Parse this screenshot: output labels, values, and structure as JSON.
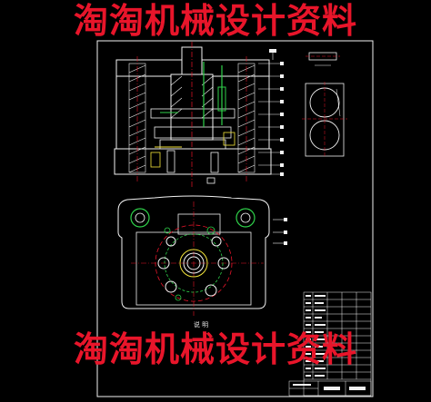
{
  "watermark": {
    "top": "淘淘机械设计资料",
    "bottom": "淘淘机械设计资料"
  },
  "view_caption": "说  明",
  "colors": {
    "background": "#000000",
    "line": "#f2f2f2",
    "centerline": "#e8152a",
    "hole_green": "#2fd14a",
    "detail_yellow": "#f4e53a",
    "watermark": "#e8152a"
  }
}
